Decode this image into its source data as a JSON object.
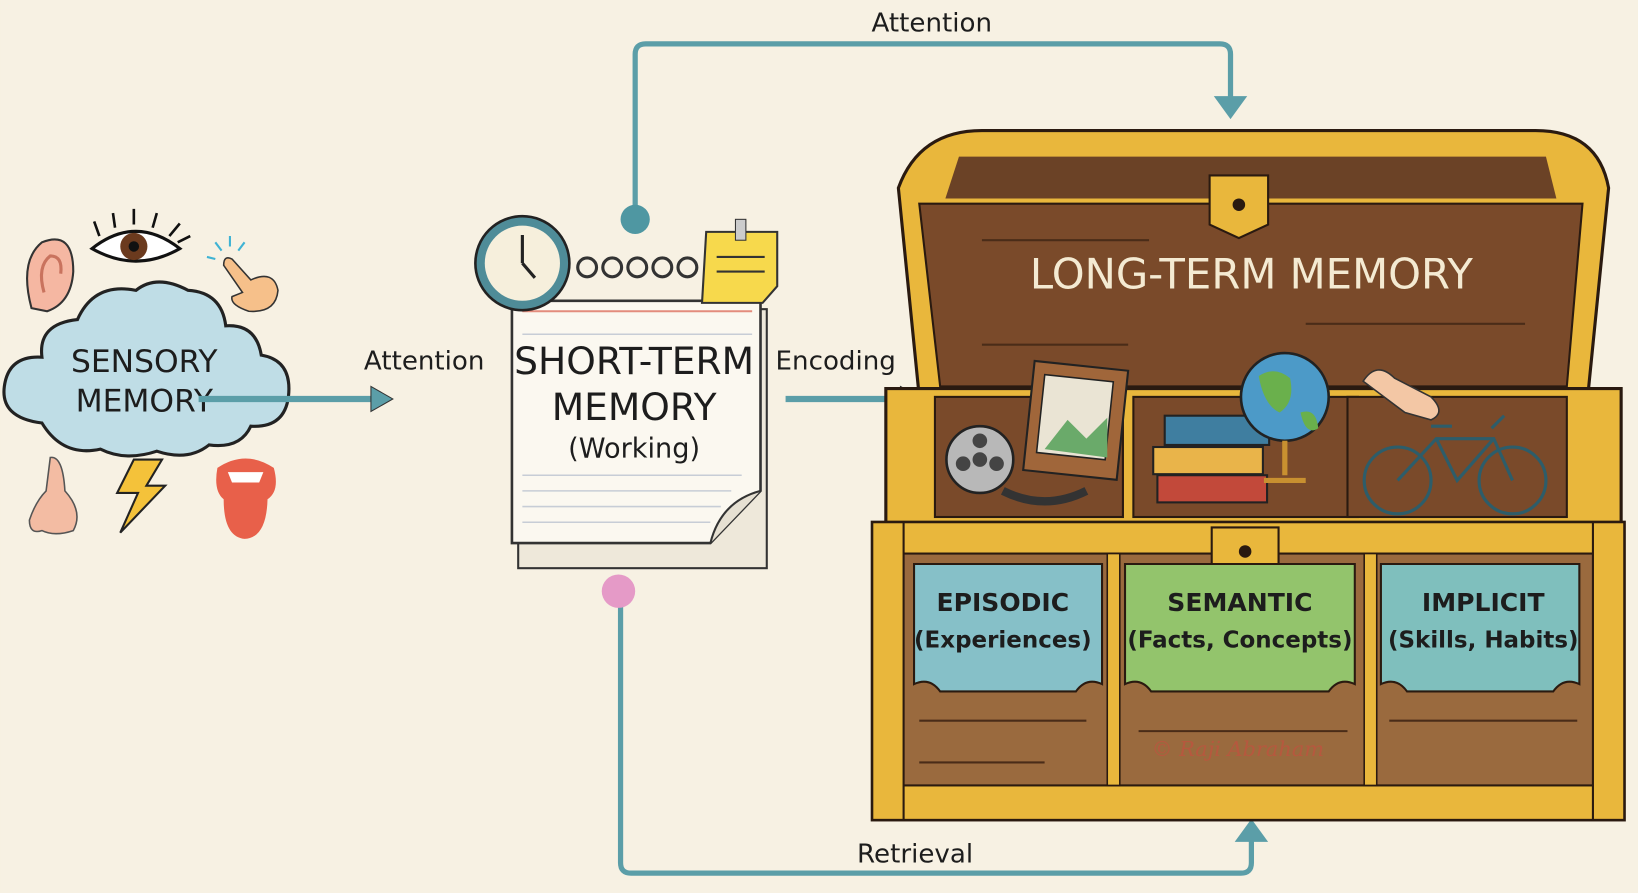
{
  "flows": {
    "top_attention": "Attention",
    "sensory_attention": "Attention",
    "encoding": "Encoding",
    "retrieval": "Retrieval"
  },
  "sensory": {
    "line1": "SENSORY",
    "line2": "MEMORY"
  },
  "short_term": {
    "line1": "SHORT-TERM",
    "line2": "MEMORY",
    "line3": "(Working)"
  },
  "long_term": {
    "title": "LONG-TERM MEMORY",
    "cards": [
      {
        "title": "EPISODIC",
        "subtitle": "(Experiences)"
      },
      {
        "title": "SEMANTIC",
        "subtitle": "(Facts, Concepts)"
      },
      {
        "title": "IMPLICIT",
        "subtitle": "(Skills, Habits)"
      }
    ]
  },
  "watermark": "© Raji Abraham",
  "colors": {
    "background": "#f7f1e3",
    "arrow": "#5b9ea8",
    "cloud": "#bfdde6",
    "wood": "#8d5d36",
    "gold": "#e9b73c",
    "episodic": "#86c0c8",
    "semantic": "#93c46c",
    "implicit": "#7fbfbd"
  }
}
